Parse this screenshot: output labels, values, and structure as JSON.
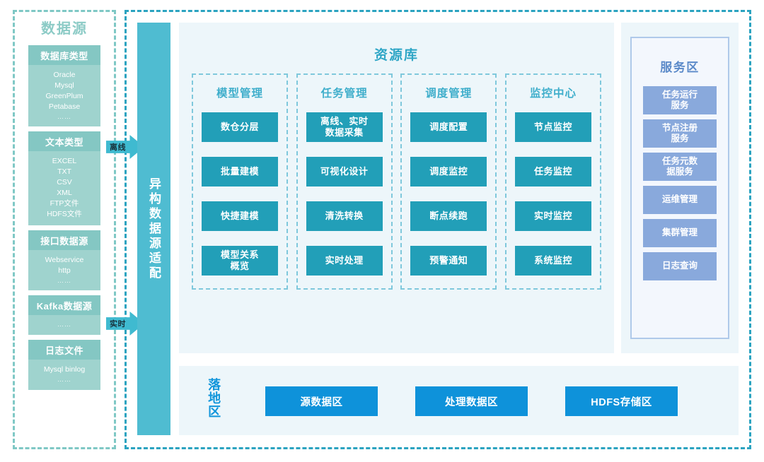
{
  "diagram": {
    "left_region": {
      "title": "数据源",
      "groups": [
        {
          "head": "数据库类型",
          "items": [
            "Oracle",
            "Mysql",
            "GreenPlum",
            "Petabase",
            "……"
          ]
        },
        {
          "head": "文本类型",
          "items": [
            "EXCEL",
            "TXT",
            "CSV",
            "XML",
            "FTP文件",
            "HDFS文件"
          ]
        },
        {
          "head": "接口数据源",
          "items": [
            "Webservice",
            "http",
            "……"
          ]
        },
        {
          "head": "Kafka数据源",
          "items": [
            "……"
          ]
        },
        {
          "head": "日志文件",
          "items": [
            "Mysql binlog",
            "……"
          ]
        }
      ]
    },
    "arrows": [
      {
        "label": "离线"
      },
      {
        "label": "实时"
      }
    ],
    "adapter": {
      "label": "异构数据源适配"
    },
    "repository": {
      "title": "资源库",
      "columns": [
        {
          "title": "模型管理",
          "items": [
            "数仓分层",
            "批量建模",
            "快捷建模",
            "模型关系\n概览"
          ]
        },
        {
          "title": "任务管理",
          "items": [
            "离线、实时\n数据采集",
            "可视化设计",
            "清洗转换",
            "实时处理"
          ]
        },
        {
          "title": "调度管理",
          "items": [
            "调度配置",
            "调度监控",
            "断点续跑",
            "预警通知"
          ]
        },
        {
          "title": "监控中心",
          "items": [
            "节点监控",
            "任务监控",
            "实时监控",
            "系统监控"
          ]
        }
      ]
    },
    "service_area": {
      "title": "服务区",
      "items": [
        "任务运行\n服务",
        "节点注册\n服务",
        "任务元数\n据服务",
        "运维管理",
        "集群管理",
        "日志查询"
      ]
    },
    "landing_zone": {
      "label": "落地区",
      "items": [
        "源数据区",
        "处理数据区",
        "HDFS存储区"
      ]
    },
    "colors": {
      "teal_light": "#9FD3CE",
      "teal_head": "#84C7C3",
      "teal_title": "#8CCBC6",
      "cyan_bar": "#4FBCD1",
      "cyan_arrow": "#3FBAD0",
      "repo_bg": "#EDF6FA",
      "repo_title": "#2FA6C6",
      "repo_item": "#229FB8",
      "col_border": "#7FC8DC",
      "svc_border": "#AFC9EA",
      "svc_title": "#5B8AC9",
      "svc_item": "#89A9DC",
      "landing_label": "#1296DB",
      "landing_item": "#0E92DA",
      "dash_left": "#7FC8C5",
      "dash_right": "#2BA3C0"
    }
  }
}
